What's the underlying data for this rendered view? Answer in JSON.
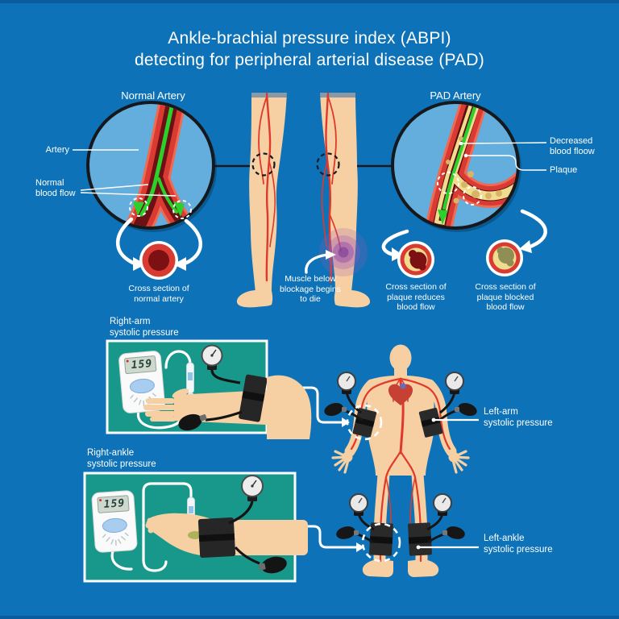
{
  "title_lines": [
    "Ankle-brachial pressure index (ABPI)",
    "detecting for peripheral arterial disease (PAD)"
  ],
  "normal_artery": {
    "heading": "Normal Artery",
    "artery_label": "Artery",
    "flow_label": "Normal\nblood flow",
    "cross_caption": "Cross section of\nnormal artery"
  },
  "pad_artery": {
    "heading": "PAD Artery",
    "decreased_label": "Decreased\nblood floow",
    "plaque_label": "Plaque",
    "cross_reduced_caption": "Cross section of\nplaque reduces\nblood flow",
    "cross_blocked_caption": "Cross section of\nplaque blocked\nblood flow"
  },
  "legs": {
    "muscle_note": "Muscle below\nblockage begins\nto die"
  },
  "stations": {
    "right_arm_label": "Right-arm\nsystolic pressure",
    "right_ankle_label": "Right-ankle\nsystolic pressure",
    "left_arm_label": "Left-arm\nsystolic pressure",
    "left_ankle_label": "Left-ankle\nsystolic pressure",
    "arm_reading": "159",
    "ankle_reading": "159"
  },
  "colors": {
    "background": "#0d72b7",
    "edge_strip": "#0a5c9e",
    "circle_fill": "#63aedd",
    "artery_red": "#d93a31",
    "lumen_dark": "#6b1014",
    "flow_green": "#2bd12b",
    "plaque_yellow": "#f0dc8e",
    "panel_teal": "#17988a",
    "skin": "#f6cfa2",
    "text": "#ffffff"
  }
}
